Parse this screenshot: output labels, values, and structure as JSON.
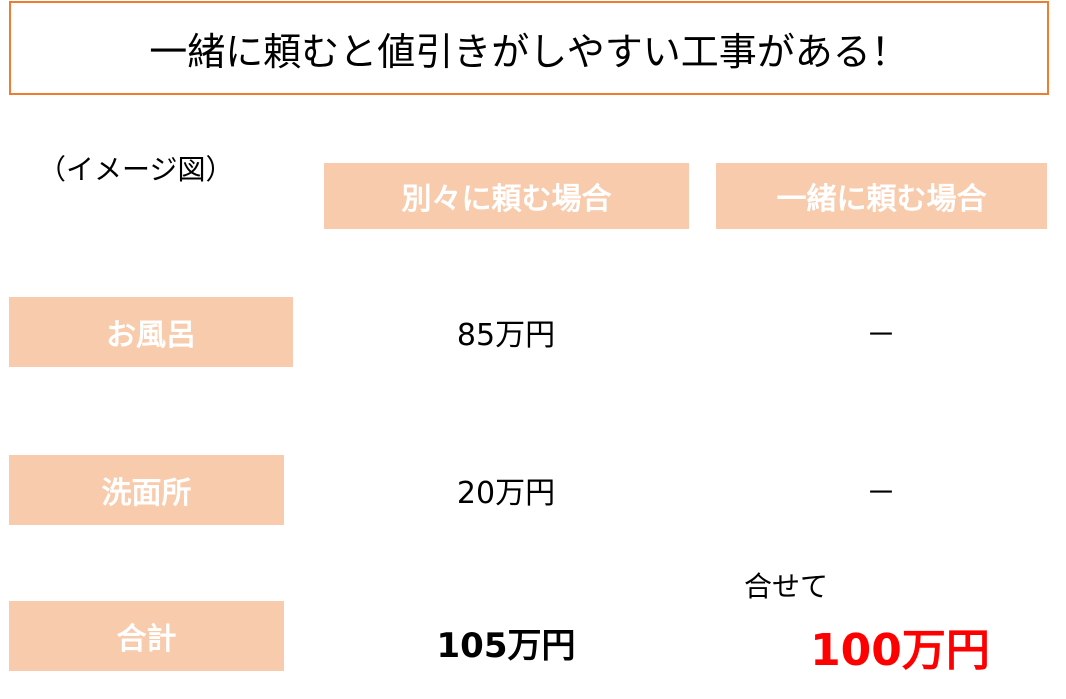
{
  "title": "一緒に頼むと値引きがしやすい工事がある！",
  "caption": "（イメージ図）",
  "columns": [
    "別々に頼む場合",
    "一緒に頼む場合"
  ],
  "rows": [
    {
      "label": "お風呂",
      "separate": "85万円",
      "together": "－"
    },
    {
      "label": "洗面所",
      "separate": "20万円",
      "together": "－"
    }
  ],
  "total": {
    "label": "合計",
    "separate": "105万円",
    "together_note": "合せて",
    "together": "100万円"
  },
  "colors": {
    "border": "#ED7D31",
    "fill": "#F8CBAD",
    "highlight": "#FF0000"
  }
}
